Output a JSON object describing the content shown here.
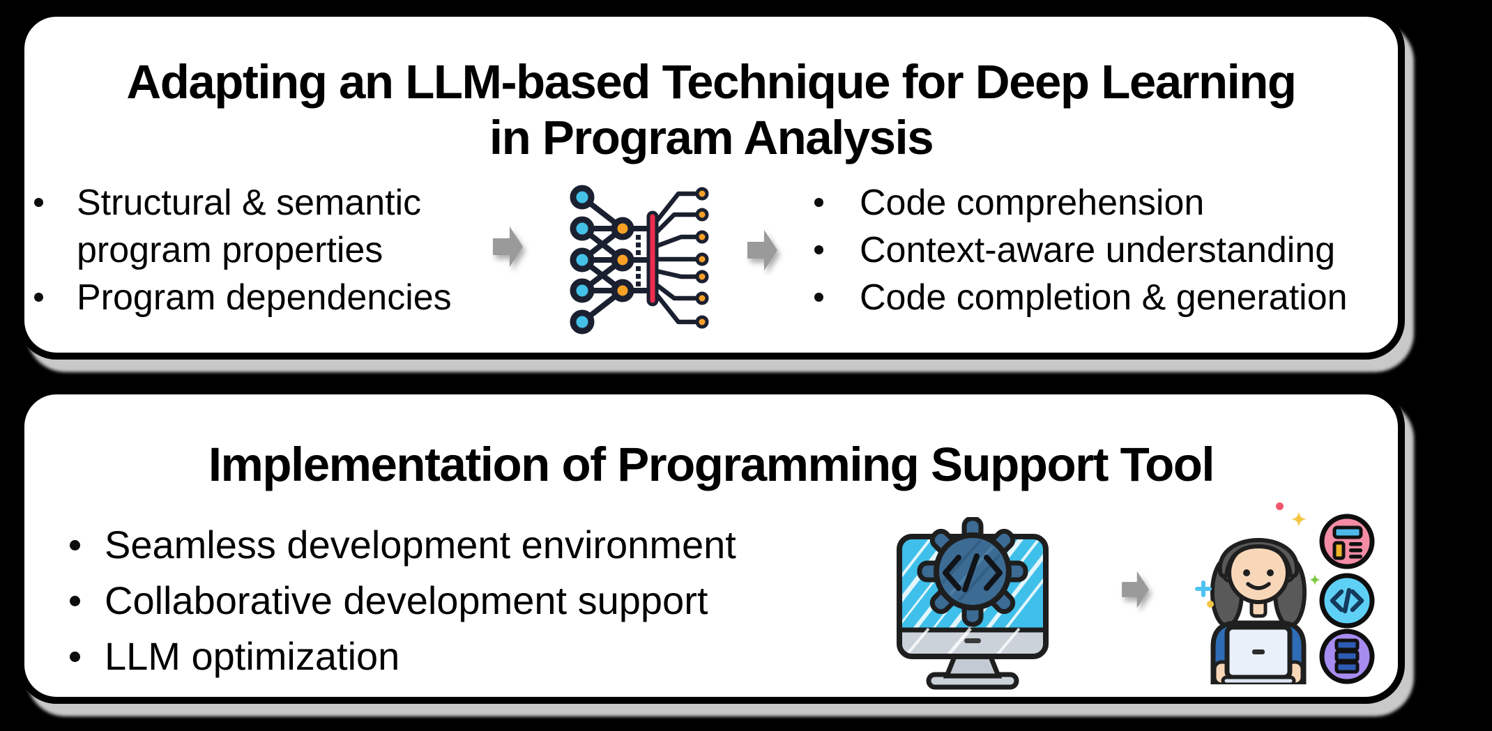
{
  "page": {
    "background": "#000000",
    "kind": "presentation-slide-diagram"
  },
  "panels": {
    "top": {
      "title_line1": "Adapting an LLM-based Technique for Deep Learning",
      "title_line2": "in Program Analysis",
      "input_lines": [
        {
          "text": "Structural & semantic"
        },
        {
          "text": "program properties"
        },
        {
          "text": "Program dependencies"
        }
      ],
      "output_lines": [
        {
          "text": "Code comprehension"
        },
        {
          "text": "Context-aware understanding"
        },
        {
          "text": "Code completion & generation"
        }
      ]
    },
    "bottom": {
      "title": "Implementation of Programming Support Tool",
      "feature_lines": [
        {
          "text": "Seamless development environment"
        },
        {
          "text": "Collaborative development support"
        },
        {
          "text": "LLM optimization"
        }
      ]
    }
  },
  "icons": {
    "neural_network": "neural-network-icon",
    "flow_arrow": "right-block-arrow-icon",
    "monitor_gear": "monitor-code-gear-icon",
    "developer": "woman-developer-laptop-icon",
    "badge_ui": "ui-card-badge-icon",
    "badge_code": "code-badge-icon",
    "badge_database": "database-badge-icon"
  },
  "colors": {
    "panel_bg": "#ffffff",
    "panel_border": "#000000",
    "panel_shadow": "#c9c9c9",
    "arrow_gray": "#9a9a9a",
    "nn_blue": "#45c1e8",
    "nn_orange": "#f6a126",
    "nn_red": "#ef2d4e",
    "nn_outline": "#1b2030",
    "screen_cyan": "#3fc0ea",
    "gear_slate": "#3c6b93",
    "badge_pink": "#f48ca6",
    "badge_blue": "#5fd0f5",
    "badge_purple": "#a78cf0",
    "shirt_blue": "#2e6cb5",
    "hair_gray": "#595959",
    "skin": "#f8d7b9"
  }
}
